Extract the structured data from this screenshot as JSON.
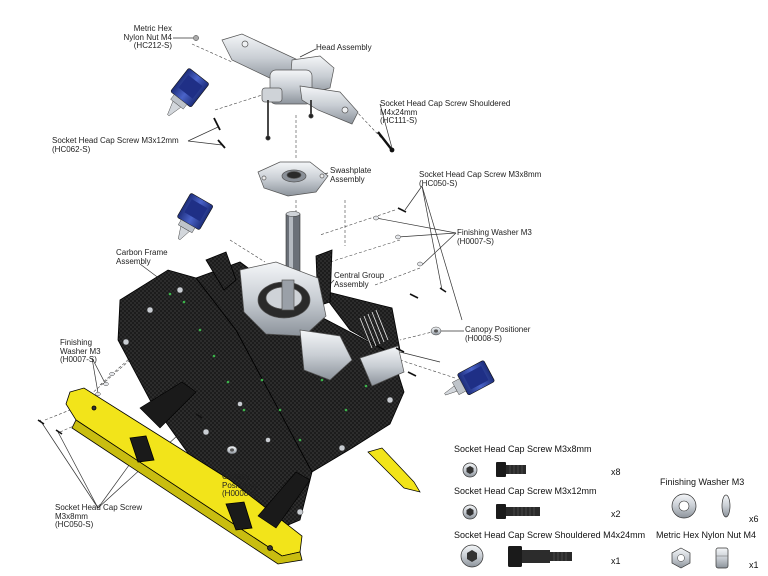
{
  "callouts": {
    "metric_hex_nut_top": "Metric Hex\nNylon Nut M4\n(HC212-S)",
    "head_assembly": "Head Assembly",
    "socket_shouldered_top": "Socket Head Cap Screw Shouldered\nM4x24mm\n(HC111-S)",
    "socket_m3x12_top": "Socket Head Cap Screw M3x12mm\n(HC062-S)",
    "swashplate_assembly": "Swashplate\nAssembly",
    "socket_m3x8_right": "Socket Head Cap Screw M3x8mm\n(HC050-S)",
    "finishing_washer_right": "Finishing Washer M3\n(H0007-S)",
    "carbon_frame_assembly": "Carbon Frame\nAssembly",
    "central_group_assembly": "Central Group\nAssembly",
    "canopy_positioner_right": "Canopy Positioner\n(H0008-S)",
    "finishing_washer_left": "Finishing\nWasher M3\n(H0007-S)",
    "canopy_positioner_bottom": "Canopy\nPositioner\n(H0008-S)",
    "socket_m3x8_left": "Socket Head Cap Screw\nM3x8mm\n(HC050-S)"
  },
  "legend": {
    "m3x8_label": "Socket Head Cap Screw M3x8mm",
    "m3x8_qty": "x8",
    "m3x12_label": "Socket Head Cap Screw M3x12mm",
    "m3x12_qty": "x2",
    "shouldered_label": "Socket Head Cap Screw Shouldered M4x24mm",
    "shouldered_qty": "x1",
    "washer_label": "Finishing Washer M3",
    "washer_qty": "x6",
    "nut_label": "Metric Hex Nylon Nut M4",
    "nut_qty": "x1"
  },
  "colors": {
    "carbon": "#1a1a1a",
    "skid_yellow": "#f2e41a",
    "threadlock_blue": "#2a3f9a",
    "aluminum": "#d9dde2",
    "leader": "#333333"
  }
}
